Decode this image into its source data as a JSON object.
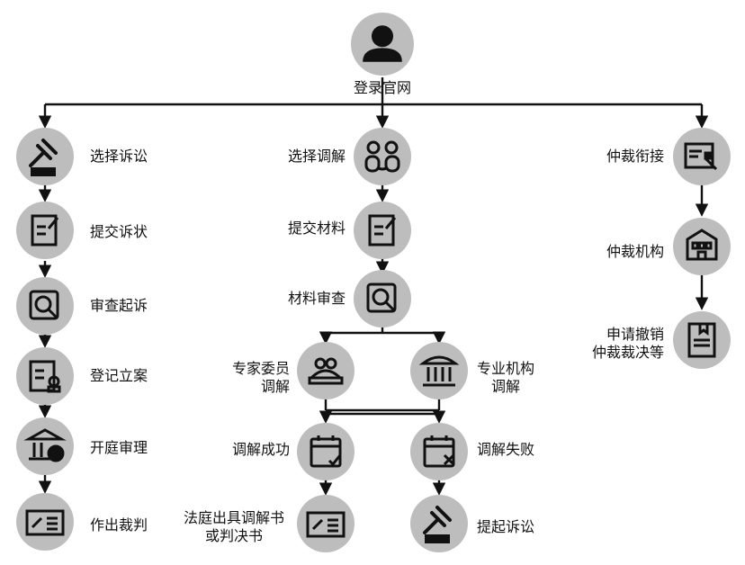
{
  "root": {
    "label": "登录官网"
  },
  "branches": {
    "litigation": {
      "steps": [
        "选择诉讼",
        "提交诉状",
        "审查起诉",
        "登记立案",
        "开庭审理",
        "作出裁判"
      ]
    },
    "mediation": {
      "steps": [
        "选择调解",
        "提交材料",
        "材料审查"
      ],
      "split": {
        "expert": {
          "line1": "专家委员",
          "line2": "调解"
        },
        "institution": {
          "line1": "专业机构",
          "line2": "调解"
        }
      },
      "outcomes": {
        "success": {
          "label": "调解成功",
          "result_line1": "法庭出具调解书",
          "result_line2": "或判决书"
        },
        "failure": {
          "label": "调解失败",
          "result": "提起诉讼"
        }
      }
    },
    "arbitration": {
      "steps": [
        "仲裁衔接",
        "仲裁机构"
      ],
      "final": {
        "line1": "申请撤销",
        "line2": "仲裁裁决等"
      }
    }
  }
}
